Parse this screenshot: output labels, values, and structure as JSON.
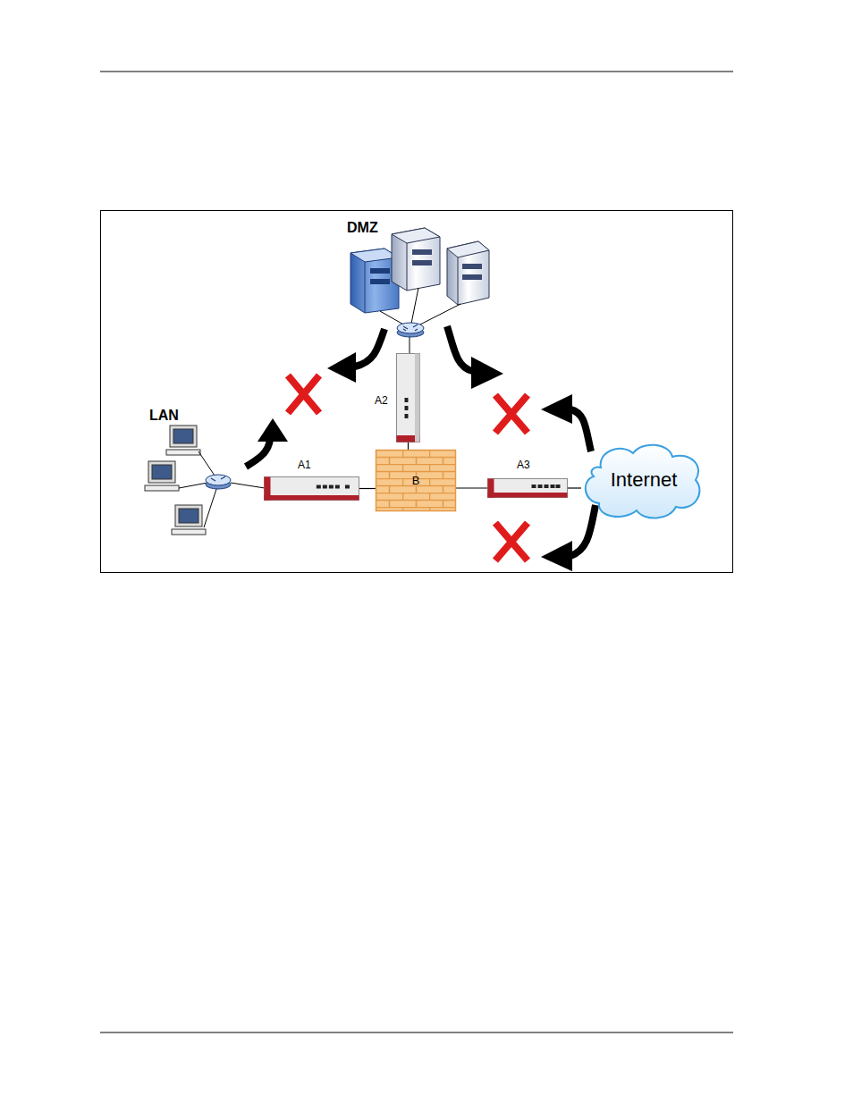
{
  "diagram": {
    "nodes": [
      {
        "text": [
          "A2"
        ]
      },
      {
        "text": [
          "A1"
        ]
      },
      {
        "text": [
          "B"
        ]
      },
      {
        "text": [
          "A3"
        ]
      },
      {
        "text": [
          "Internet"
        ]
      }
    ],
    "edges": [
      {
        "from": 1,
        "to": 2,
        "arrow": "none"
      },
      {
        "from": 0,
        "to": 2,
        "arrow": "none"
      },
      {
        "from": 2,
        "to": 3,
        "arrow": "none"
      },
      {
        "from": 3,
        "to": 4,
        "arrow": "none"
      }
    ],
    "labels": [
      "DMZ",
      "LAN"
    ]
  }
}
